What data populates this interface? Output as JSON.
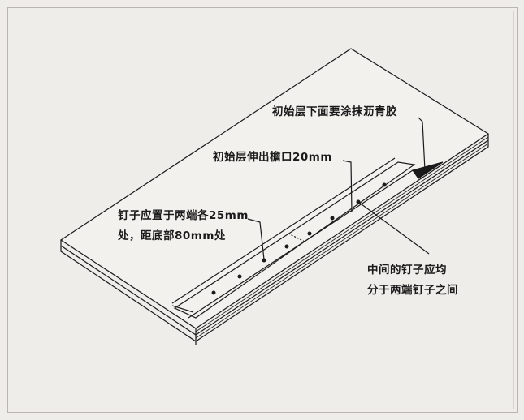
{
  "labels": {
    "asphalt": "初始层下面要涂抹沥青胶",
    "overhang": "初始层伸出檐口20mm",
    "nail_ends_1": "钉子应置于两端各25mm",
    "nail_ends_2": "处，距底部80mm处",
    "nail_middle_1": "中间的钉子应均",
    "nail_middle_2": "分于两端钉子之间"
  },
  "colors": {
    "line": "#1a1a1a",
    "background": "#efedea"
  }
}
